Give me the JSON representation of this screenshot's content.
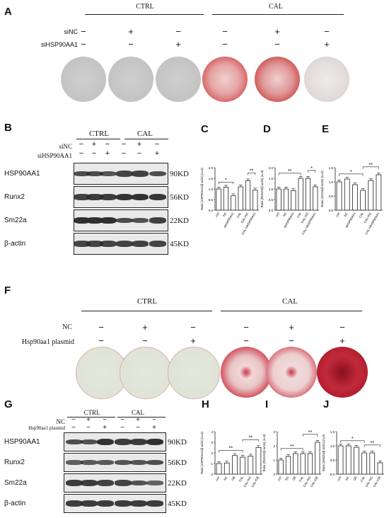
{
  "panels": {
    "A": "A",
    "B": "B",
    "C": "C",
    "D": "D",
    "E": "E",
    "F": "F",
    "G": "G",
    "H": "H",
    "I": "I",
    "J": "J"
  },
  "panelA": {
    "ctrl": "CTRL",
    "cal": "CAL",
    "row1": "siNC",
    "row2": "siHSP90AA1",
    "signs_row1": [
      "−",
      "+",
      "−",
      "−",
      "+",
      "−"
    ],
    "signs_row2": [
      "−",
      "−",
      "+",
      "−",
      "−",
      "+"
    ]
  },
  "panelF": {
    "ctrl": "CTRL",
    "cal": "CAL",
    "row1": "NC",
    "row2": "Hsp90aa1 plasmid",
    "signs_row1": [
      "−",
      "+",
      "−",
      "−",
      "+",
      "−"
    ],
    "signs_row2": [
      "−",
      "−",
      "+",
      "−",
      "−",
      "+"
    ]
  },
  "panelB": {
    "ctrl": "CTRL",
    "cal": "CAL",
    "row1": "siNC",
    "row2": "siHSP90AA1",
    "signs_row1": [
      "−",
      "+",
      "−",
      "−",
      "+",
      "−"
    ],
    "signs_row2": [
      "−",
      "−",
      "+",
      "−",
      "−",
      "+"
    ],
    "proteins": [
      "HSP90AA1",
      "Runx2",
      "Sm22a",
      "β-actin"
    ],
    "kd": [
      "90KD",
      "56KD",
      "22KD",
      "45KD"
    ]
  },
  "panelG": {
    "ctrl": "CTRL",
    "cal": "CAL",
    "row1": "NC",
    "row2": "Hsp90aa1 plasmid",
    "signs_row1": [
      "−",
      "+",
      "−",
      "−",
      "+",
      "−"
    ],
    "signs_row2": [
      "−",
      "−",
      "+",
      "−",
      "−",
      "+"
    ],
    "proteins": [
      "HSP90AA1",
      "Runx2",
      "Sm22a",
      "β-actin"
    ],
    "kd": [
      "90KD",
      "56KD",
      "22KD",
      "45KD"
    ]
  },
  "chart_data": [
    {
      "id": "C",
      "type": "bar",
      "ylabel": "Ratio (HSP90AA1/β-actin) (n=3)",
      "categories": [
        "con",
        "NC",
        "siHSP90AA1",
        "CAL",
        "CAL+NC",
        "CAL+siHSP90AA1"
      ],
      "values": [
        1.0,
        1.08,
        0.68,
        1.1,
        1.38,
        0.95
      ],
      "ylim": [
        0,
        2.0
      ],
      "yticks": [
        0,
        0.5,
        1.0,
        1.5,
        2.0
      ],
      "significance": [
        {
          "from": 0,
          "to": 2,
          "label": "*"
        },
        {
          "from": 4,
          "to": 5,
          "label": "**"
        }
      ]
    },
    {
      "id": "D",
      "type": "bar",
      "ylabel": "Ratio (RUNX2/β-actin) (n=3)",
      "categories": [
        "con",
        "NC",
        "siHSP90AA1",
        "CAL",
        "CAL+NC",
        "CAL+siHSP90AA1"
      ],
      "values": [
        1.0,
        1.0,
        0.92,
        1.5,
        1.5,
        1.1
      ],
      "ylim": [
        0,
        2.0
      ],
      "yticks": [
        0,
        0.5,
        1.0,
        1.5,
        2.0
      ],
      "significance": [
        {
          "from": 0,
          "to": 3,
          "label": "**"
        },
        {
          "from": 4,
          "to": 5,
          "label": "*"
        }
      ]
    },
    {
      "id": "E",
      "type": "bar",
      "ylabel": "Ratio (sm22a/β-actin) (n=3)",
      "categories": [
        "con",
        "NC",
        "siHSP90AA1",
        "CAL",
        "CAL+NC",
        "CAL+siHSP90AA1"
      ],
      "values": [
        1.0,
        1.1,
        0.9,
        0.7,
        1.05,
        1.25
      ],
      "ylim": [
        0,
        1.5
      ],
      "yticks": [
        0,
        0.5,
        1.0,
        1.5
      ],
      "significance": [
        {
          "from": 0,
          "to": 3,
          "label": "*"
        },
        {
          "from": 3,
          "to": 5,
          "label": "**"
        }
      ]
    },
    {
      "id": "H",
      "type": "bar",
      "ylabel": "Ratio (HSP90AA1/β-actin) (n=3)",
      "categories": [
        "con",
        "NC",
        "OE",
        "CAL",
        "CAL+NC",
        "CAL+OE"
      ],
      "values": [
        1.0,
        1.05,
        1.75,
        1.6,
        1.7,
        2.5
      ],
      "ylim": [
        0,
        4
      ],
      "yticks": [
        0,
        1,
        2,
        3,
        4
      ],
      "significance": [
        {
          "from": 0,
          "to": 3,
          "label": "**"
        },
        {
          "from": 3,
          "to": 5,
          "label": "**"
        }
      ]
    },
    {
      "id": "I",
      "type": "bar",
      "ylabel": "Ratio (RUNX2/β-actin) (n=3)",
      "categories": [
        "con",
        "NC",
        "OE",
        "CAL",
        "CAL+NC",
        "CAL+OE"
      ],
      "values": [
        1.0,
        1.25,
        1.45,
        1.45,
        1.45,
        2.25
      ],
      "ylim": [
        0,
        3
      ],
      "yticks": [
        0,
        1,
        2,
        3
      ],
      "significance": [
        {
          "from": 0,
          "to": 3,
          "label": "**"
        },
        {
          "from": 3,
          "to": 5,
          "label": "**"
        }
      ]
    },
    {
      "id": "J",
      "type": "bar",
      "ylabel": "Ratio (SM22a/β-actin) (n=3)",
      "categories": [
        "con",
        "NC",
        "OE",
        "CAL",
        "CAL+NC",
        "CAL+OE"
      ],
      "values": [
        1.0,
        1.0,
        0.95,
        0.75,
        0.75,
        0.4
      ],
      "ylim": [
        0,
        1.5
      ],
      "yticks": [
        0,
        0.5,
        1.0,
        1.5
      ],
      "significance": [
        {
          "from": 0,
          "to": 3,
          "label": "*"
        },
        {
          "from": 3,
          "to": 5,
          "label": "**"
        }
      ]
    }
  ]
}
